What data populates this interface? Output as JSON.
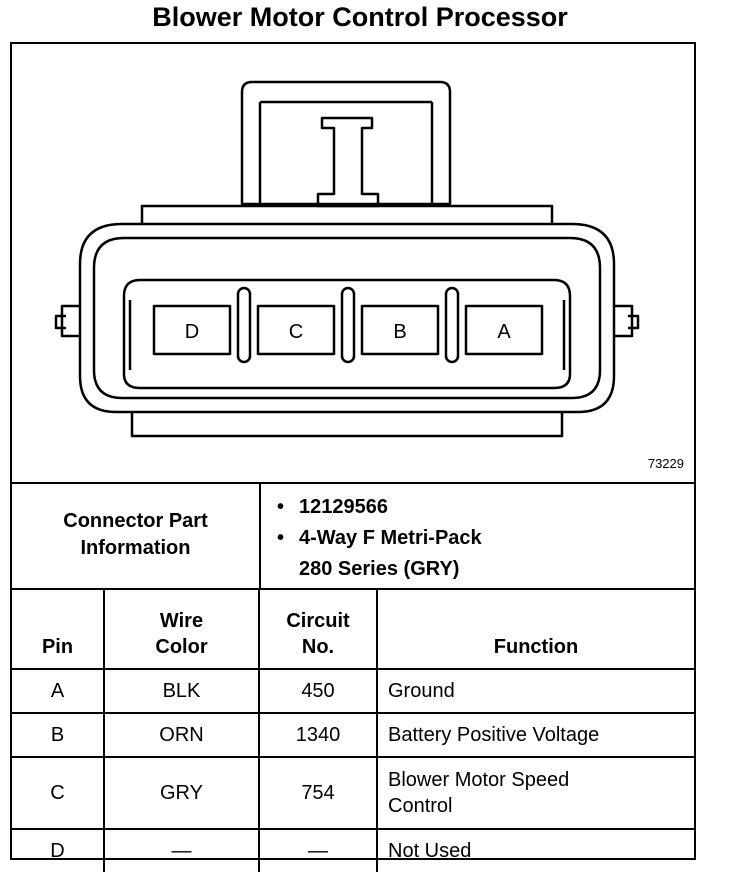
{
  "title": "Blower Motor Control Processor",
  "figure_number": "73229",
  "connector": {
    "cavities": [
      "D",
      "C",
      "B",
      "A"
    ]
  },
  "connector_part_information": {
    "label": "Connector Part\nInformation",
    "items": [
      "12129566",
      "4-Way F Metri-Pack\n280 Series (GRY)"
    ]
  },
  "pin_table": {
    "headers": {
      "pin": "Pin",
      "wire_color": "Wire\nColor",
      "circuit_no": "Circuit\nNo.",
      "function": "Function"
    },
    "rows": [
      {
        "pin": "A",
        "wire_color": "BLK",
        "circuit_no": "450",
        "function": "Ground"
      },
      {
        "pin": "B",
        "wire_color": "ORN",
        "circuit_no": "1340",
        "function": "Battery Positive Voltage"
      },
      {
        "pin": "C",
        "wire_color": "GRY",
        "circuit_no": "754",
        "function": "Blower Motor Speed\nControl"
      },
      {
        "pin": "D",
        "wire_color": "—",
        "circuit_no": "—",
        "function": "Not Used"
      }
    ]
  }
}
